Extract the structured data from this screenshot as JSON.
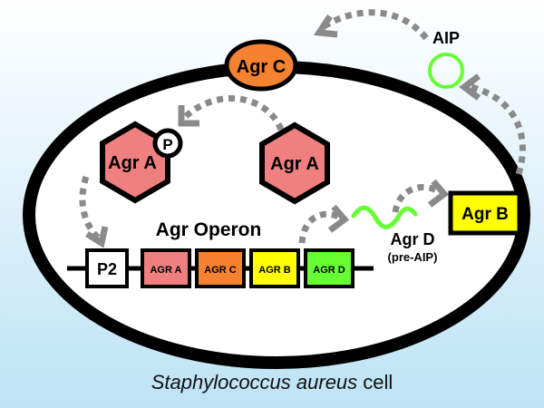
{
  "proteins": {
    "agr_c": "Agr C",
    "agr_a_phospho": "Agr A",
    "phosphate": "P",
    "agr_a": "Agr A",
    "agr_b": "Agr B",
    "aip": "AIP",
    "agr_d": "Agr D",
    "agr_d_note": "(pre-AIP)"
  },
  "operon": {
    "title": "Agr Operon",
    "promoter": "P2",
    "genes": [
      {
        "label": "AGR A",
        "color": "#f08080"
      },
      {
        "label": "AGR C",
        "color": "#f58231"
      },
      {
        "label": "AGR B",
        "color": "#ffff00"
      },
      {
        "label": "AGR D",
        "color": "#66ff33"
      }
    ]
  },
  "caption": {
    "italic": "Staphylococcus aureus",
    "rest": " cell"
  },
  "colors": {
    "background_top": "#ffffff",
    "background_bottom": "#bde3f5",
    "cell_fill": "#ffffff",
    "agr_a": "#f08080",
    "agr_c": "#f58231",
    "agr_b": "#ffff00",
    "aip_ring": "#66ff33",
    "agr_d_wave": "#66ff33",
    "arrows": "#8a8a8a"
  }
}
